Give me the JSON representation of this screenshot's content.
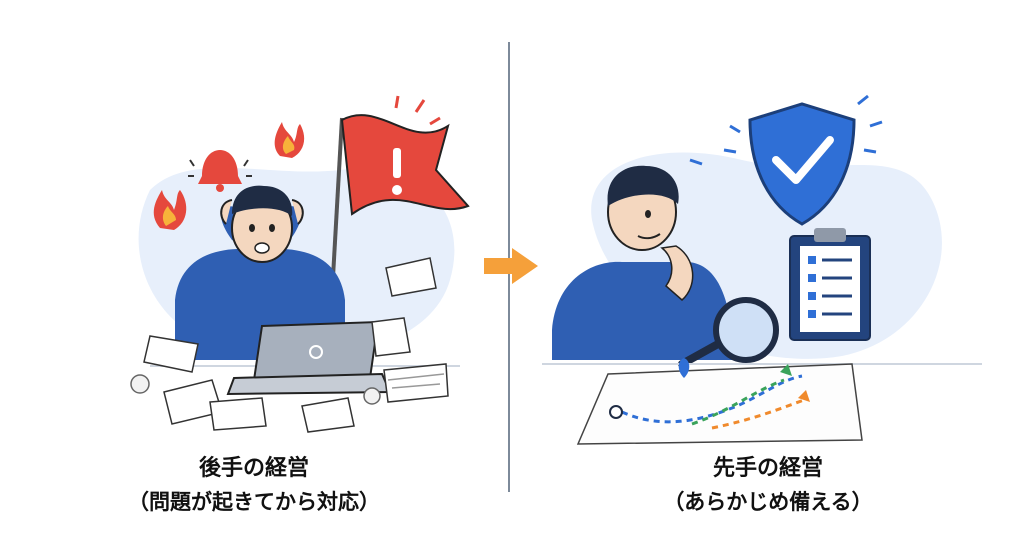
{
  "left": {
    "title": "後手の経営",
    "subtitle": "（問題が起きてから対応）"
  },
  "right": {
    "title": "先手の経営",
    "subtitle": "（あらかじめ備える）"
  },
  "colors": {
    "shirt": "#2f5fb3",
    "flag": "#e5483d",
    "arrow": "#f5a03a",
    "shield": "#2f6fd6",
    "background_blob": "#e7effb"
  }
}
